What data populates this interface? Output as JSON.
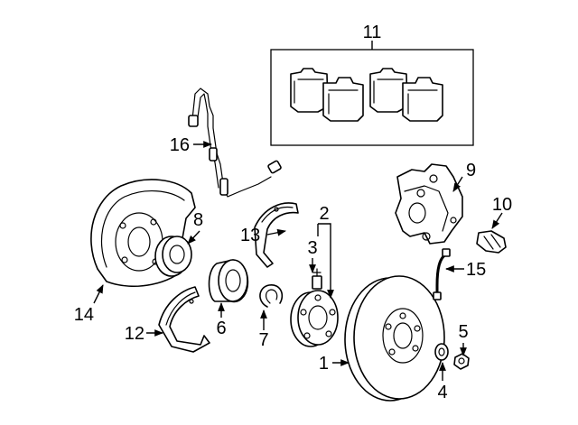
{
  "diagram": {
    "callouts": {
      "c1": "1",
      "c2": "2",
      "c3": "3",
      "c4": "4",
      "c5": "5",
      "c6": "6",
      "c7": "7",
      "c8": "8",
      "c9": "9",
      "c10": "10",
      "c11": "11",
      "c12": "12",
      "c13": "13",
      "c14": "14",
      "c15": "15",
      "c16": "16"
    },
    "colors": {
      "line": "#000000",
      "background": "#ffffff"
    }
  }
}
